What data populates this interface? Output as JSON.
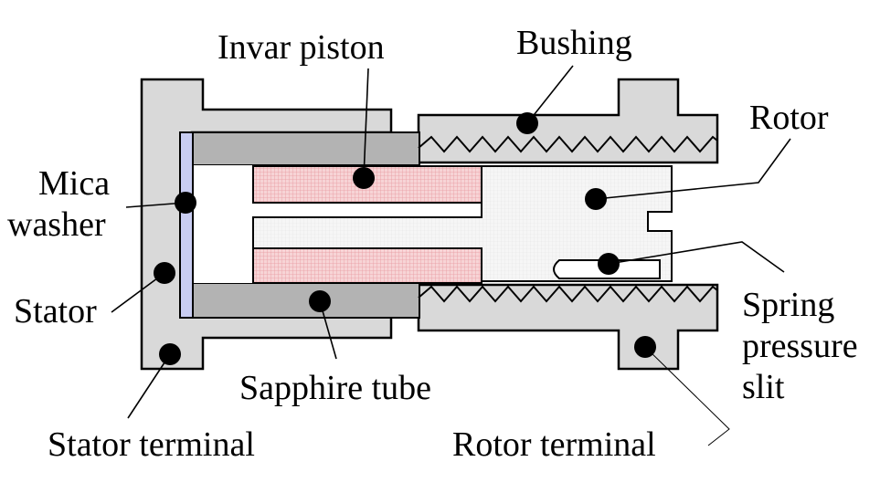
{
  "labels": {
    "invar_piston": "Invar piston",
    "bushing": "Bushing",
    "rotor": "Rotor",
    "mica_line1": "Mica",
    "mica_line2": "washer",
    "stator": "Stator",
    "spring_line1": "Spring",
    "spring_line2": "pressure",
    "spring_line3": "slit",
    "sapphire_tube": "Sapphire tube",
    "stator_terminal": "Stator terminal",
    "rotor_terminal": "Rotor terminal"
  },
  "colors": {
    "metal": "#d9d9d9",
    "sapphire": "#b3b3b3",
    "piston": "#f4c6c8",
    "mica": "#c9cdf2",
    "rotor_fill": "#f3f3f3",
    "outline": "#000000"
  }
}
